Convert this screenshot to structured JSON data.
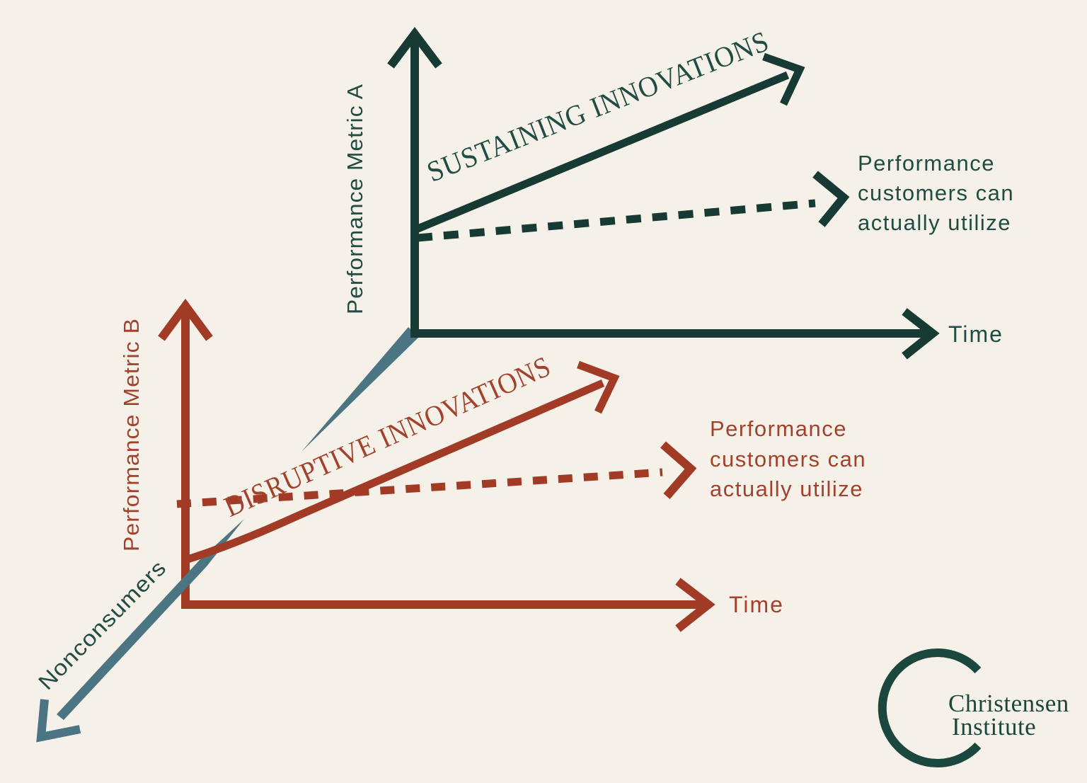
{
  "colors": {
    "background": "#F5F1E8",
    "teal_line": "#173A34",
    "teal_text": "#214C44",
    "red_line": "#A23B26",
    "red_text": "#A3422C",
    "slate": "#4C7584",
    "logo": "#1B473F"
  },
  "top_chart": {
    "y_axis_label": "Performance Metric A",
    "x_axis_label": "Time",
    "trend_arrow_label": "SUSTAINING INNOVATIONS",
    "trend_arrow_style": "solid",
    "dashed_arrow_style": "dashed",
    "dashed_arrow_annotation_lines": [
      "Performance",
      "customers can",
      "actually utilize"
    ]
  },
  "bottom_chart": {
    "y_axis_label": "Performance Metric B",
    "x_axis_label": "Time",
    "trend_arrow_label": "DISRUPTIVE INNOVATIONS",
    "trend_arrow_style": "solid",
    "dashed_arrow_style": "dashed",
    "dashed_arrow_annotation_lines": [
      "Performance",
      "customers can",
      "actually utilize"
    ]
  },
  "nonconsumers_arrow": {
    "label": "Nonconsumers"
  },
  "logo": {
    "line1": "Christensen",
    "line2": "Institute"
  }
}
